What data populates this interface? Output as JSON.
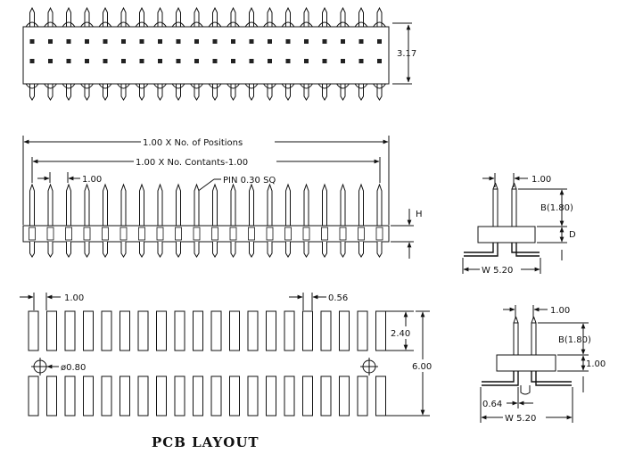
{
  "labels": {
    "dim_top_height": "3.17",
    "dim_positions": "1.00 X No. of Positions",
    "dim_contents": "1.00 X No. Contants-1.00",
    "dim_pitch_side": "1.00",
    "pin_note": "PIN 0.30 SQ",
    "dim_h": "H",
    "dim_pitch_right_top": "1.00",
    "dim_b_right_top": "B(1.80)",
    "dim_d": "D",
    "dim_w_right_top": "W 5.20",
    "dim_pitch_pcb": "1.00",
    "dim_pad_width": "0.56",
    "dim_pad_length": "2.40",
    "dim_hole": "ø0.80",
    "dim_pad_span": "6.00",
    "dim_pitch_right_bottom": "1.00",
    "dim_b_right_bottom": "B(1.80)",
    "dim_body_right_bottom": "1.00",
    "dim_offset": "0.64",
    "dim_w_right_bottom": "W 5.20",
    "pcb_title": "PCB LAYOUT"
  }
}
